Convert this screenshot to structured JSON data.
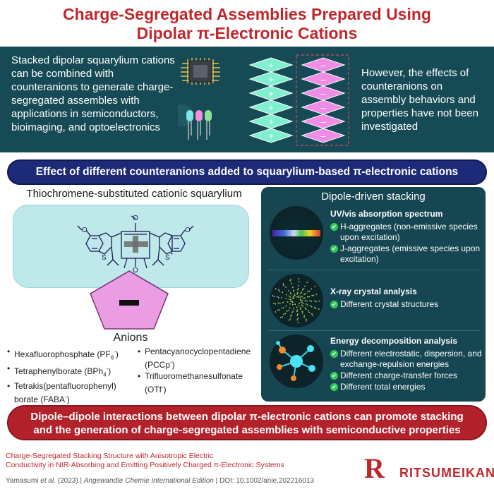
{
  "title": {
    "line1": "Charge-Segregated Assemblies Prepared Using",
    "line2": "Dipolar π-Electronic Cations"
  },
  "intro": {
    "left": "Stacked dipolar squarylium cations can be combined with counteranions to generate charge-segregated assembles with applications in semiconductors, bioimaging, and optoelectronics",
    "right": "However, the effects of counteranions on assembly behaviors and properties have not been investigated",
    "plus_sign": "+",
    "minus_sign": "–"
  },
  "banner": "Effect of different counteranions added to squarylium-based π-electronic cations",
  "molecule": {
    "title": "Thiochromene-substituted cationic squarylium",
    "atom_o": "O",
    "atom_s": "S",
    "atom_s_plus": "S",
    "plus": "+"
  },
  "anions": {
    "title": "Anions",
    "col1": [
      {
        "label": "Hexafluorophosphate (PF",
        "sub": "6",
        "sup": "-",
        "tail": ")"
      },
      {
        "label": "Tetraphenylborate (BPh",
        "sub": "4",
        "sup": "-",
        "tail": ")"
      },
      {
        "label": "Tetrakis(pentafluorophenyl) borate (FABA",
        "sub": "",
        "sup": "-",
        "tail": ")"
      }
    ],
    "col2": [
      {
        "label": "Pentacyanocyclopentadiene (PCCp",
        "sub": "",
        "sup": "-",
        "tail": ")"
      },
      {
        "label": "Trifluoromethanesulfonate (OTf",
        "sub": "",
        "sup": "-",
        "tail": ")"
      }
    ]
  },
  "right_panel": {
    "title": "Dipole-driven stacking",
    "uv": {
      "heading": "UV/vis absorption spectrum",
      "items": [
        "H-aggregates (non-emissive species upon excitation)",
        "J-aggregates (emissive species upon excitation)"
      ]
    },
    "xray": {
      "heading": "X-ray crystal analysis",
      "items": [
        "Different crystal structures"
      ]
    },
    "energy": {
      "heading": "Energy decomposition analysis",
      "items": [
        "Different electrostatic, dispersion, and exchange-repulsion energies",
        "Different charge-transfer forces",
        "Different total energies"
      ]
    },
    "check": "✔"
  },
  "conclusion": {
    "line1": "Dipole–dipole interactions between dipolar π-electronic cations can promote stacking",
    "line2": "and the generation of charge-segregated assemblies with semiconductive properties"
  },
  "footer": {
    "ref_line1": "Charge-Segregated Stacking Structure with Anisotropic Electric",
    "ref_line2": "Conductivity in NIR-Absorbing and Emitting Positively Charged π-Electronic Systems",
    "authors": "Yamasumi",
    "etal": "et al.",
    "year": "(2023)",
    "journal": "Angewandte Chemie International Edition",
    "doi": "DOI: 10.1002/anie.202216013",
    "brand_letter": "R",
    "brand_name": "RITSUMEIKAN"
  },
  "colors": {
    "title_red": "#c0272d",
    "intro_bg": "#164b55",
    "banner_blue": "#1d2a78",
    "conclusion_red": "#b3222a",
    "mint": "#7ef0cf",
    "pink": "#ef8ce6"
  }
}
